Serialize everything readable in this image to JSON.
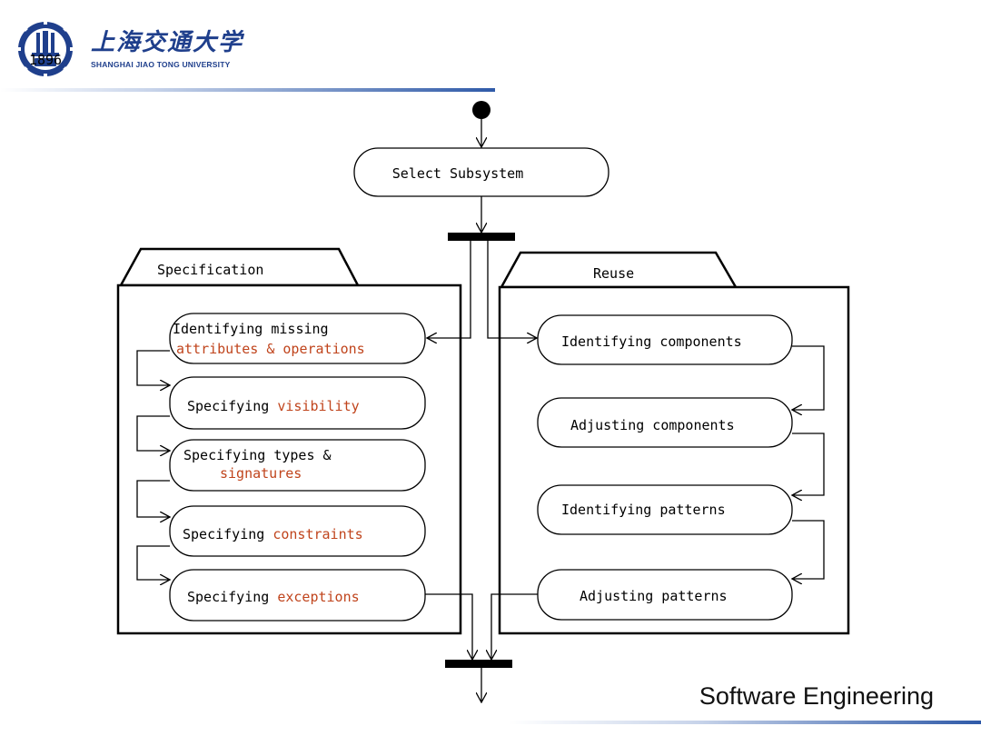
{
  "logo": {
    "name_cn": "上海交通大学",
    "name_en": "SHANGHAI JIAO TONG UNIVERSITY",
    "seal_year": "1896",
    "primary_color": "#1f3f8c"
  },
  "footer": {
    "title": "Software Engineering"
  },
  "colors": {
    "highlight": "#c0441c",
    "line": "#000000"
  },
  "diagram": {
    "start_activity": "Select Subsystem",
    "specification": {
      "title": "Specification",
      "activities": [
        {
          "normal": "Identifying missing",
          "highlight": "attributes & operations"
        },
        {
          "normal": "Specifying ",
          "highlight": "visibility"
        },
        {
          "normal": "Specifying types &",
          "highlight": "signatures"
        },
        {
          "normal": "Specifying ",
          "highlight": "constraints"
        },
        {
          "normal": "Specifying ",
          "highlight": "exceptions"
        }
      ]
    },
    "reuse": {
      "title": "Reuse",
      "activities": [
        "Identifying components",
        "Adjusting components",
        "Identifying patterns",
        "Adjusting patterns"
      ]
    }
  }
}
